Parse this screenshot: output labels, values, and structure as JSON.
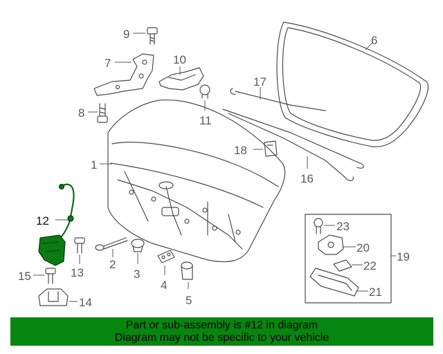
{
  "colors": {
    "banner_bg": "#07860f",
    "highlight": "#0a7a12",
    "line": "#4a4a4a"
  },
  "labels": {
    "l1": "1",
    "l2": "2",
    "l3": "3",
    "l4": "4",
    "l5": "5",
    "l6": "6",
    "l7": "7",
    "l8": "8",
    "l9": "9",
    "l10": "10",
    "l11": "11",
    "l12": "12",
    "l13": "13",
    "l14": "14",
    "l15": "15",
    "l16": "16",
    "l17": "17",
    "l18": "18",
    "l19": "19",
    "l20": "20",
    "l21": "21",
    "l22": "22",
    "l23": "23"
  },
  "banner": {
    "line1": "Part or sub-assembly is #12 in diagram",
    "line2": "Diagram may not be specific to your vehicle"
  }
}
